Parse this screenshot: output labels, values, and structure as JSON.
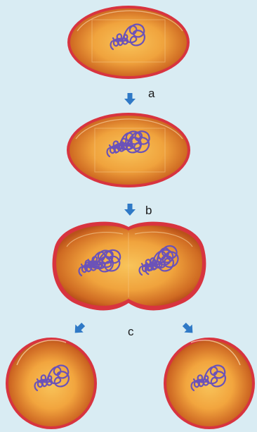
{
  "diagram": {
    "steps": [
      {
        "id": "a",
        "label": "a"
      },
      {
        "id": "b",
        "label": "b"
      },
      {
        "id": "c",
        "label": "c"
      }
    ],
    "colors": {
      "background": "#d9ecf3",
      "cell_membrane": "#d8343f",
      "cytoplasm_center": "#f6b24a",
      "cytoplasm_edge": "#c2571b",
      "chromatin": "#6b52b8",
      "arrow": "#2f79c6"
    }
  }
}
